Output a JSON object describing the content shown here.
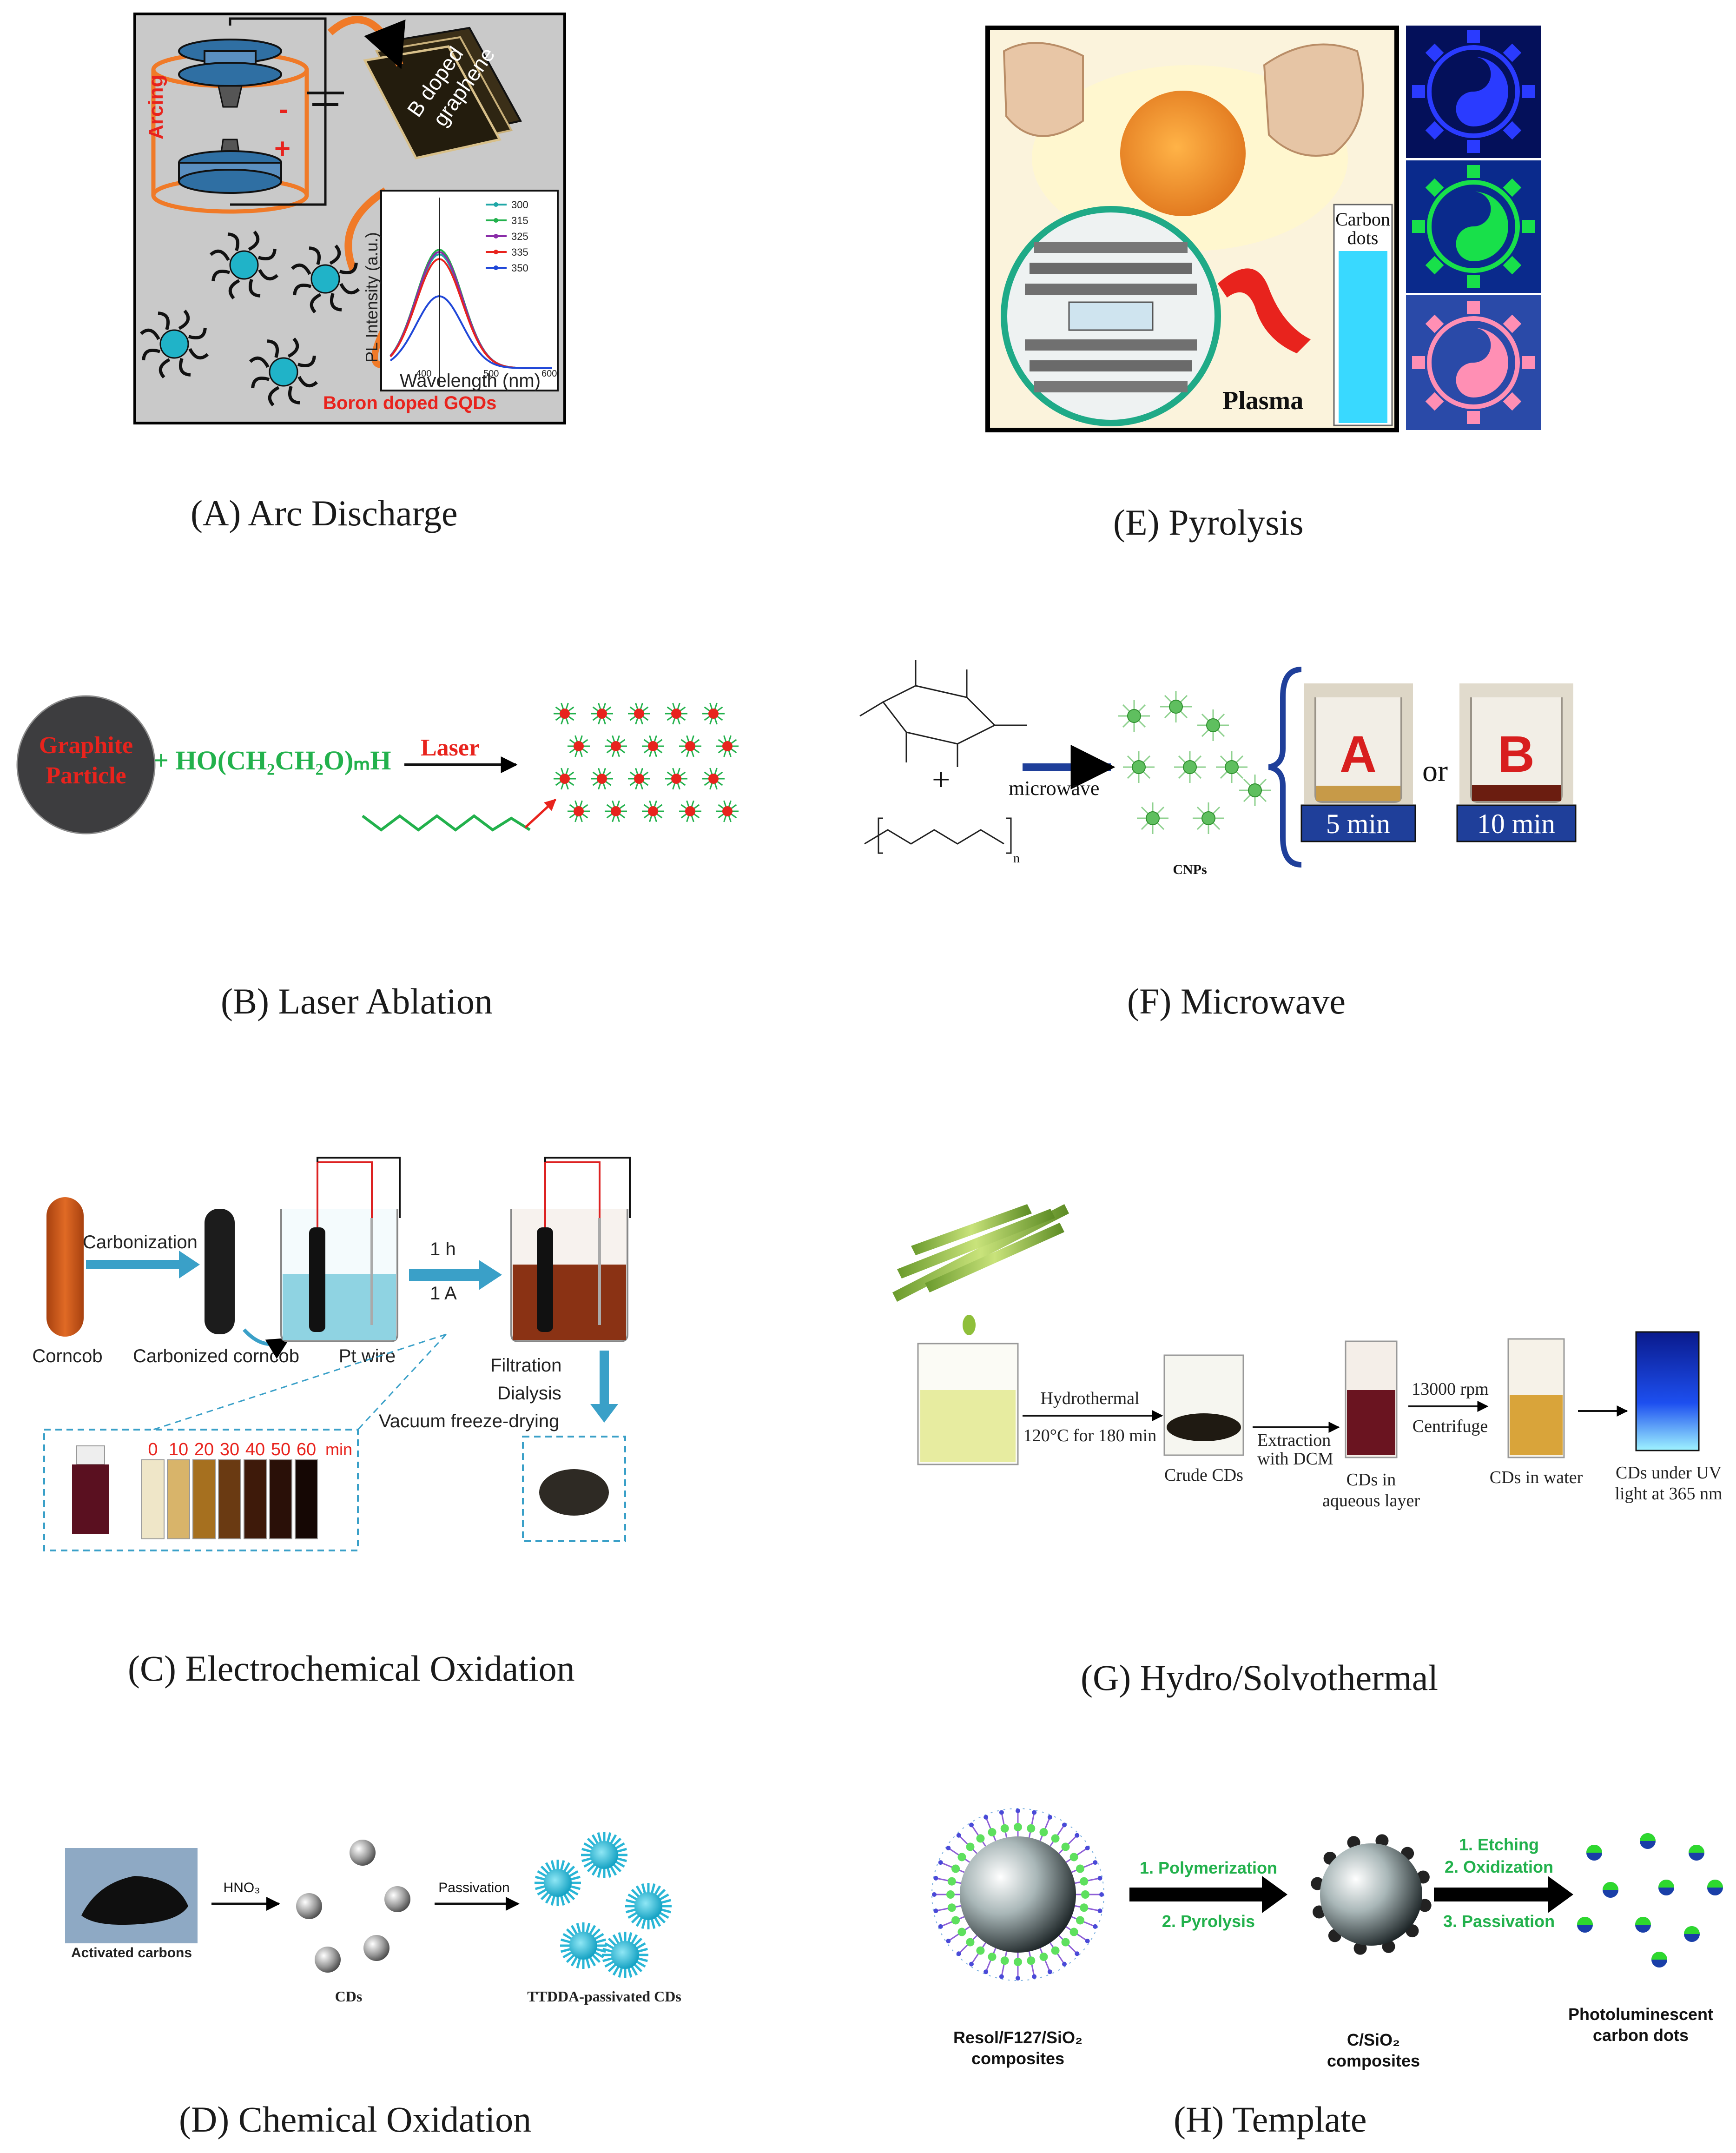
{
  "captions": {
    "A": "(A) Arc Discharge",
    "B": "(B) Laser Ablation",
    "C": "(C) Electrochemical Oxidation",
    "D": "(D) Chemical Oxidation",
    "E": "(E) Pyrolysis",
    "F": "(F) Microwave",
    "G": "(G) Hydro/Solvothermal",
    "H": "(H) Template"
  },
  "panelA": {
    "arcing": "Arcing",
    "minus": "-",
    "plus": "+",
    "sheet_line1": "B doped",
    "sheet_line2": "graphene",
    "product": "Boron doped GQDs",
    "ylabel": "PL Intensity (a.u.)",
    "xlabel": "Wavelength (nm)",
    "xticks": [
      "400",
      "500",
      "600"
    ],
    "legend": [
      "300",
      "315",
      "325",
      "335",
      "350"
    ]
  },
  "panelB": {
    "particle_line1": "Graphite",
    "particle_line2": "Particle",
    "reagent": "+ HO(CH₂CH₂O)ₘH",
    "laser": "Laser"
  },
  "panelC": {
    "carbonization": "Carbonization",
    "corncob": "Corncob",
    "carbonized": "Carbonized corncob",
    "ptwire": "Pt wire",
    "time": "1 h",
    "current": "1 A",
    "step1": "Filtration",
    "step2": "Dialysis",
    "step3": "Vacuum freeze-drying",
    "vial_times": [
      "0",
      "10",
      "20",
      "30",
      "40",
      "50",
      "60"
    ],
    "vial_unit": "min"
  },
  "panelD": {
    "activated": "Activated carbons",
    "acid": "HNO₃",
    "cds": "CDs",
    "passivation": "Passivation",
    "passivated": "TTDDA-passivated CDs"
  },
  "panelE": {
    "vial_line1": "Carbon",
    "vial_line2": "dots",
    "plasma": "Plasma"
  },
  "panelF": {
    "plus": "+",
    "microwave": "microwave",
    "cnps": "CNPs",
    "beakerA": "A",
    "beakerB": "B",
    "or": "or",
    "timeA": "5 min",
    "timeB": "10 min",
    "n": "n"
  },
  "panelG": {
    "hydro_line1": "Hydrothermal",
    "hydro_line2": "120°C for 180 min",
    "crude": "Crude CDs",
    "extract_line1": "Extraction",
    "extract_line2": "with DCM",
    "aq_line1": "CDs in",
    "aq_line2": "aqueous layer",
    "rpm": "13000 rpm",
    "centrifuge": "Centrifuge",
    "water": "CDs in water",
    "uv_line1": "CDs under UV",
    "uv_line2": "light at 365 nm"
  },
  "panelH": {
    "step1": "1. Polymerization",
    "step2": "2. Pyrolysis",
    "step3": "1. Etching",
    "step4": "2. Oxidization",
    "step5": "3. Passivation",
    "label1_line1": "Resol/F127/SiO₂",
    "label1_line2": "composites",
    "label2_line1": "C/SiO₂",
    "label2_line2": "composites",
    "label3_line1": "Photoluminescent",
    "label3_line2": "carbon dots"
  },
  "colors": {
    "accent_red": "#e8231d",
    "accent_green": "#22b14c",
    "cyan": "#29b6d6",
    "arrow_blue": "#3aa0c8",
    "orange": "#f07a28",
    "navy": "#1f3f9a"
  }
}
